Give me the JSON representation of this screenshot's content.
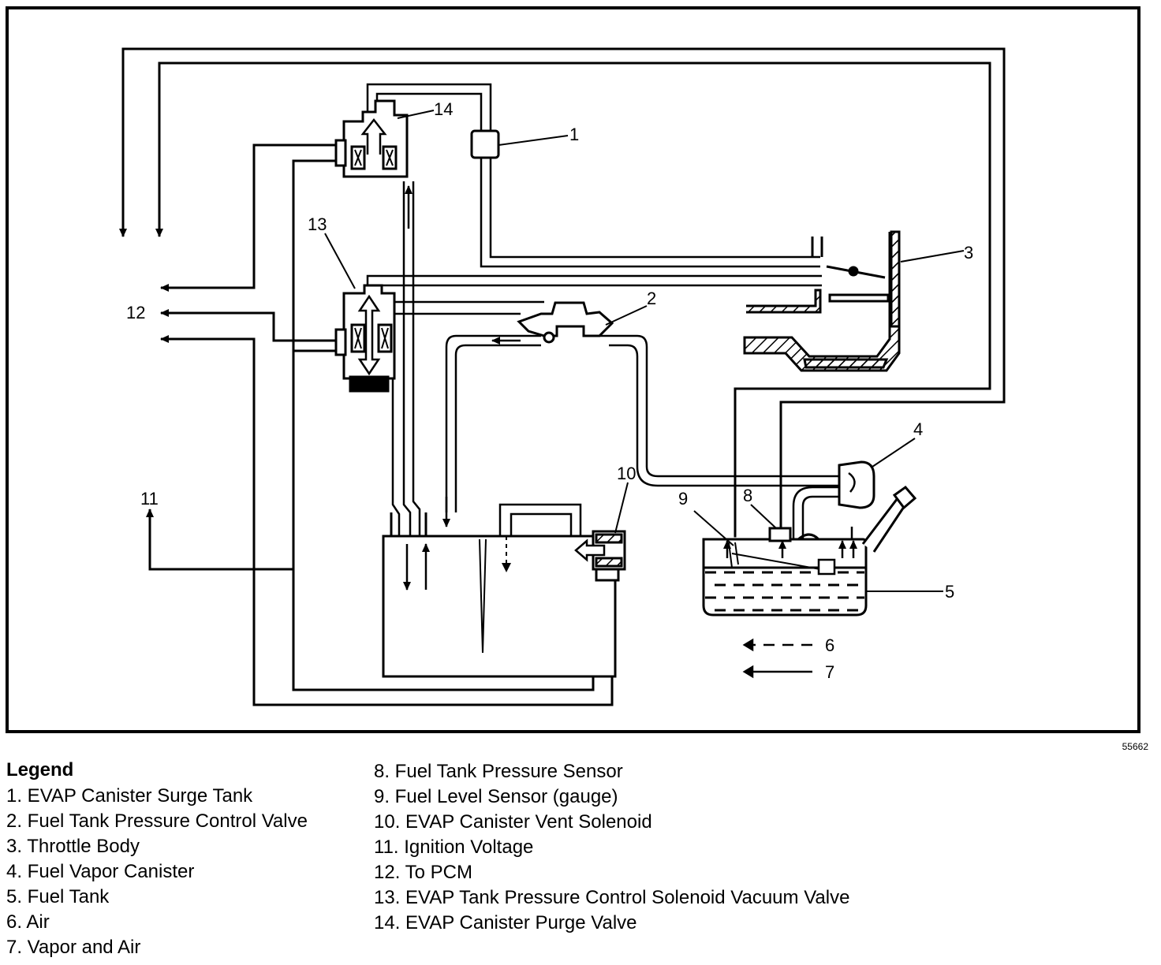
{
  "callouts": {
    "c1": "1",
    "c2": "2",
    "c3": "3",
    "c4": "4",
    "c5": "5",
    "c6": "6",
    "c7": "7",
    "c8": "8",
    "c9": "9",
    "c10": "10",
    "c11": "11",
    "c12": "12",
    "c13": "13",
    "c14": "14"
  },
  "figure_number": "55662",
  "legend": {
    "title": "Legend",
    "left": [
      "1. EVAP Canister Surge Tank",
      "2. Fuel Tank Pressure Control Valve",
      "3. Throttle Body",
      "4. Fuel Vapor Canister",
      "5. Fuel Tank",
      "6. Air",
      "7. Vapor and Air"
    ],
    "right": [
      "8. Fuel Tank Pressure Sensor",
      "9. Fuel Level Sensor (gauge)",
      "10. EVAP Canister Vent Solenoid",
      "11. Ignition Voltage",
      "12. To PCM",
      "13. EVAP Tank Pressure Control Solenoid Vacuum Valve",
      "14. EVAP Canister Purge Valve"
    ]
  }
}
